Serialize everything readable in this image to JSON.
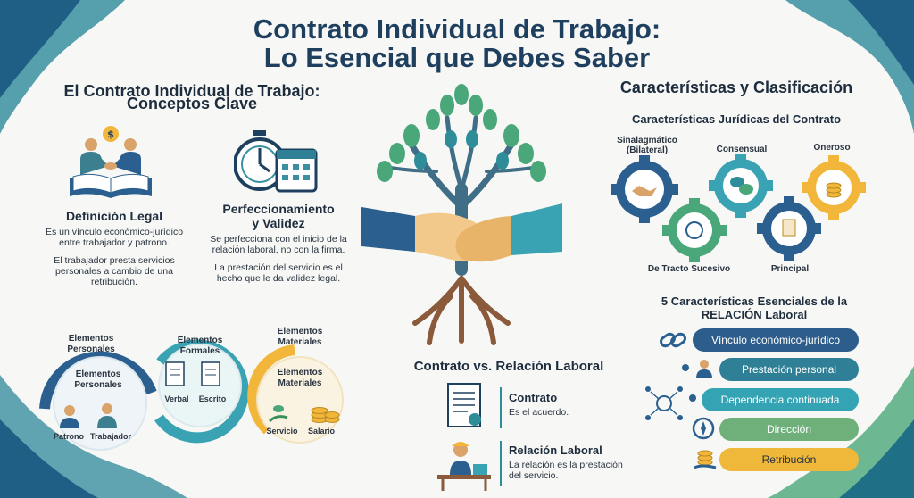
{
  "title": {
    "line1": "Contrato Individual de Trabajo:",
    "line2": "Lo Esencial que Debes Saber"
  },
  "left": {
    "heading_line1": "El Contrato Individual de Trabajo:",
    "heading_line2": "Conceptos Clave",
    "definicion": {
      "title": "Definición Legal",
      "p1": [
        "Es un vínculo económico-jurídico",
        "entre trabajador y patrono."
      ],
      "p2": [
        "El trabajador presta servicios",
        "personales a cambio de una",
        "retribución."
      ]
    },
    "perfeccionamiento": {
      "title_line1": "Perfeccionamiento",
      "title_line2": "y Validez",
      "p1": [
        "Se perfecciona con el inicio de la",
        "relación laboral, no con la firma."
      ],
      "p2": [
        "La prestación del servicio es el",
        "hecho que le da validez legal."
      ]
    },
    "elementos": {
      "personales_outer": [
        "Elementos",
        "Personales"
      ],
      "personales_inner": [
        "Elementos",
        "Personales"
      ],
      "patrono": "Patrono",
      "trabajador": "Trabajador",
      "formales": [
        "Elementos",
        "Formales"
      ],
      "verbal": "Verbal",
      "escrito": "Escrito",
      "materiales_outer": [
        "Elementos",
        "Materiales"
      ],
      "materiales_inner": [
        "Elementos",
        "Materiales"
      ],
      "servicio": "Servicio",
      "salario": "Salario"
    }
  },
  "center": {
    "heading": "Contrato vs. Relación Laboral",
    "contrato": {
      "title": "Contrato",
      "desc": "Es el acuerdo."
    },
    "relacion": {
      "title": "Relación Laboral",
      "desc": [
        "La relación es la prestación",
        "del servicio."
      ]
    }
  },
  "right": {
    "heading": "Características y Clasificación",
    "subheading": "Características Jurídicas del Contrato",
    "gears": {
      "sinalagmatico": [
        "Sinalagmático",
        "(Bilateral)"
      ],
      "consensual": "Consensual",
      "oneroso": "Oneroso",
      "tracto": "De Tracto Sucesivo",
      "principal": "Principal"
    },
    "relacion_heading": [
      "5 Características Esenciales de la",
      "RELACIÓN Laboral"
    ],
    "pills": [
      {
        "label": "Vínculo económico-jurídico",
        "color": "#2d5d8a"
      },
      {
        "label": "Prestación personal",
        "color": "#2f7f96"
      },
      {
        "label": "Dependencia continuada",
        "color": "#34a3b3"
      },
      {
        "label": "Dirección",
        "color": "#6fb07a"
      },
      {
        "label": "Retribución",
        "color": "#f0b83a"
      }
    ]
  },
  "colors": {
    "navy": "#1f3f5f",
    "teal": "#2f8d9a",
    "green": "#4aa77a",
    "gold": "#f2b63b"
  }
}
